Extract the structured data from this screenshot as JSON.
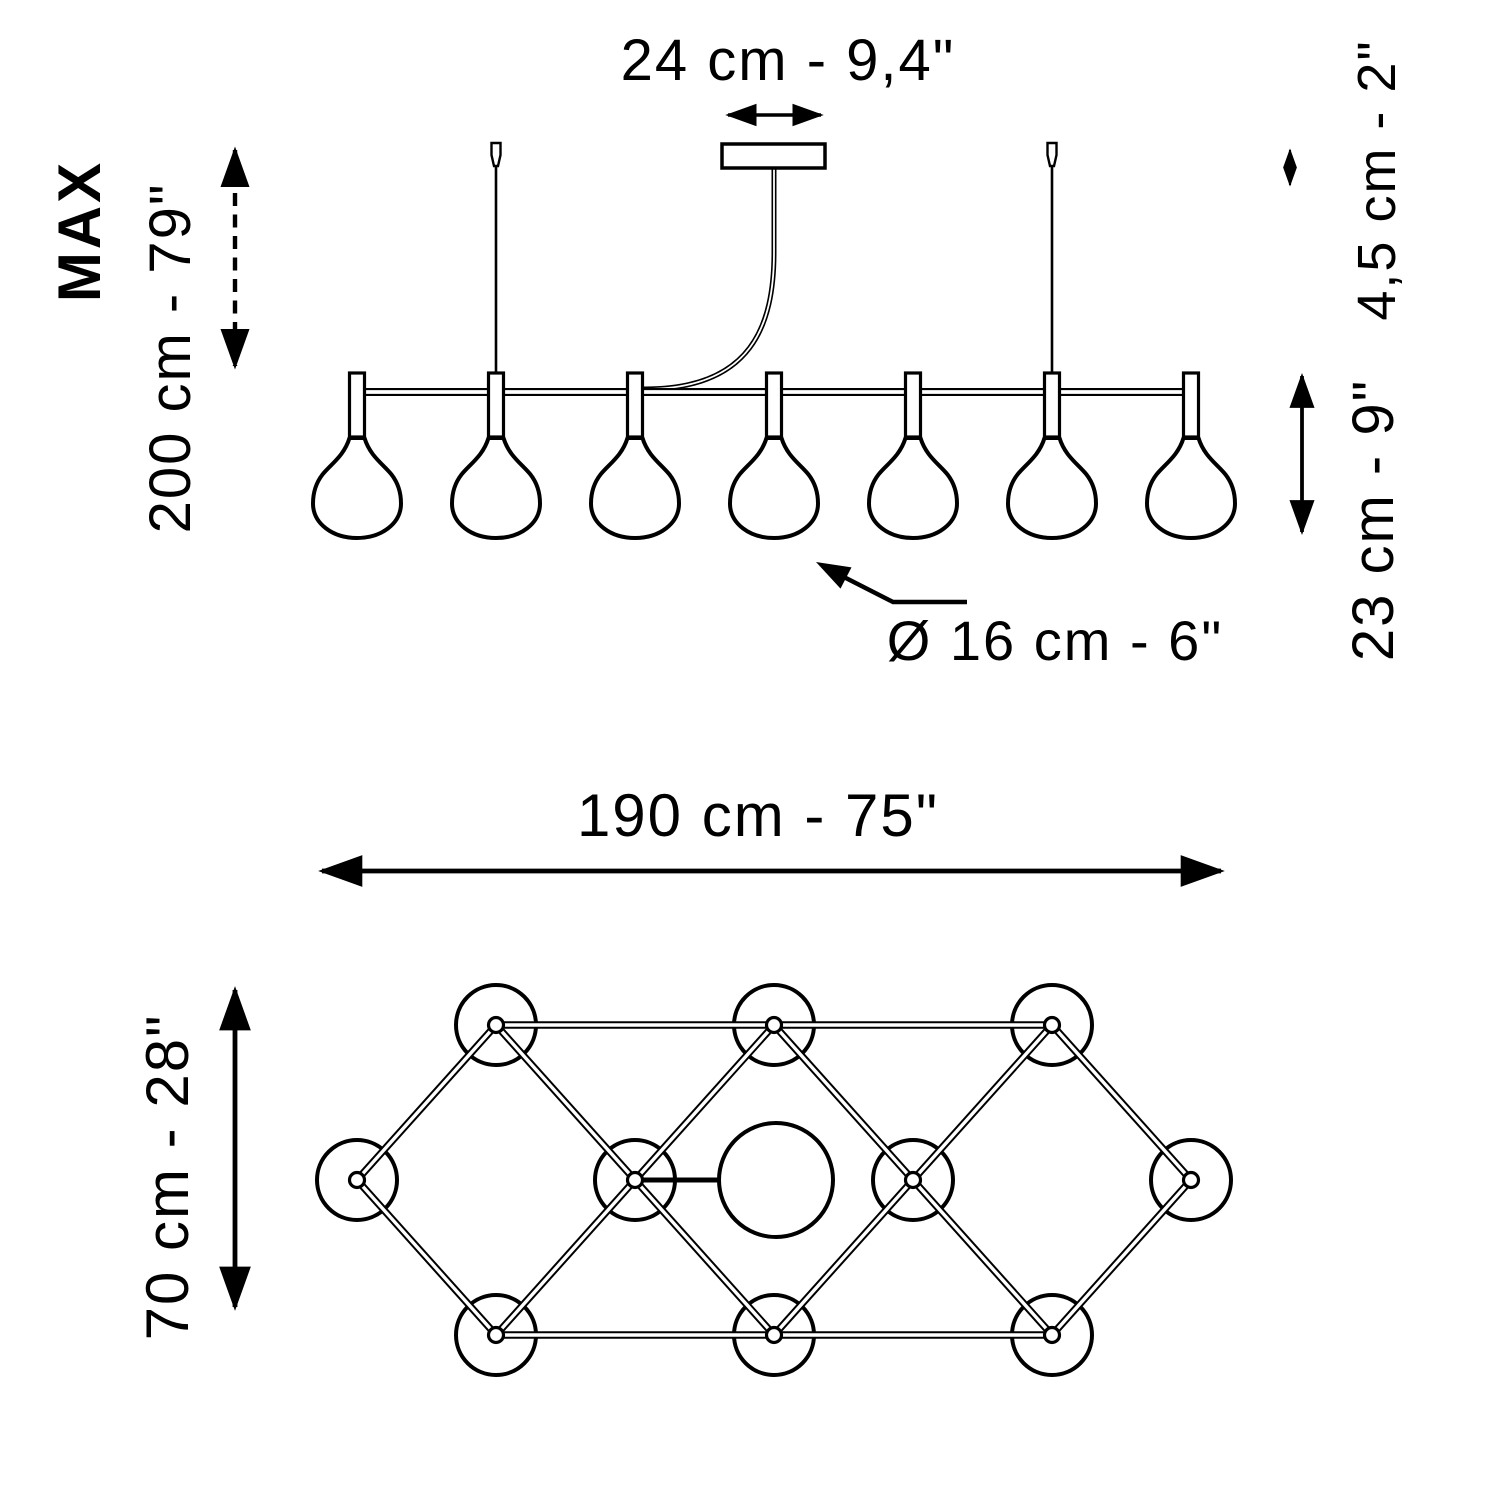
{
  "diagram": {
    "title": "Linear pendant chandelier dimension drawing",
    "colors": {
      "line": "#000000",
      "background": "#ffffff"
    },
    "side_view": {
      "canopy_width_label": "24 cm - 9,4\"",
      "max_label": "MAX",
      "suspension_height_label": "200 cm - 79\"",
      "canopy_height_label": "4,5 cm - 2\"",
      "pendant_height_label": "23 cm - 9\"",
      "bulb_diameter_label": "Ø 16 cm - 6\"",
      "pendant_count": 7
    },
    "top_view": {
      "width_label": "190 cm - 75\"",
      "depth_label": "70 cm - 28\"",
      "bulb_count": 10
    }
  }
}
